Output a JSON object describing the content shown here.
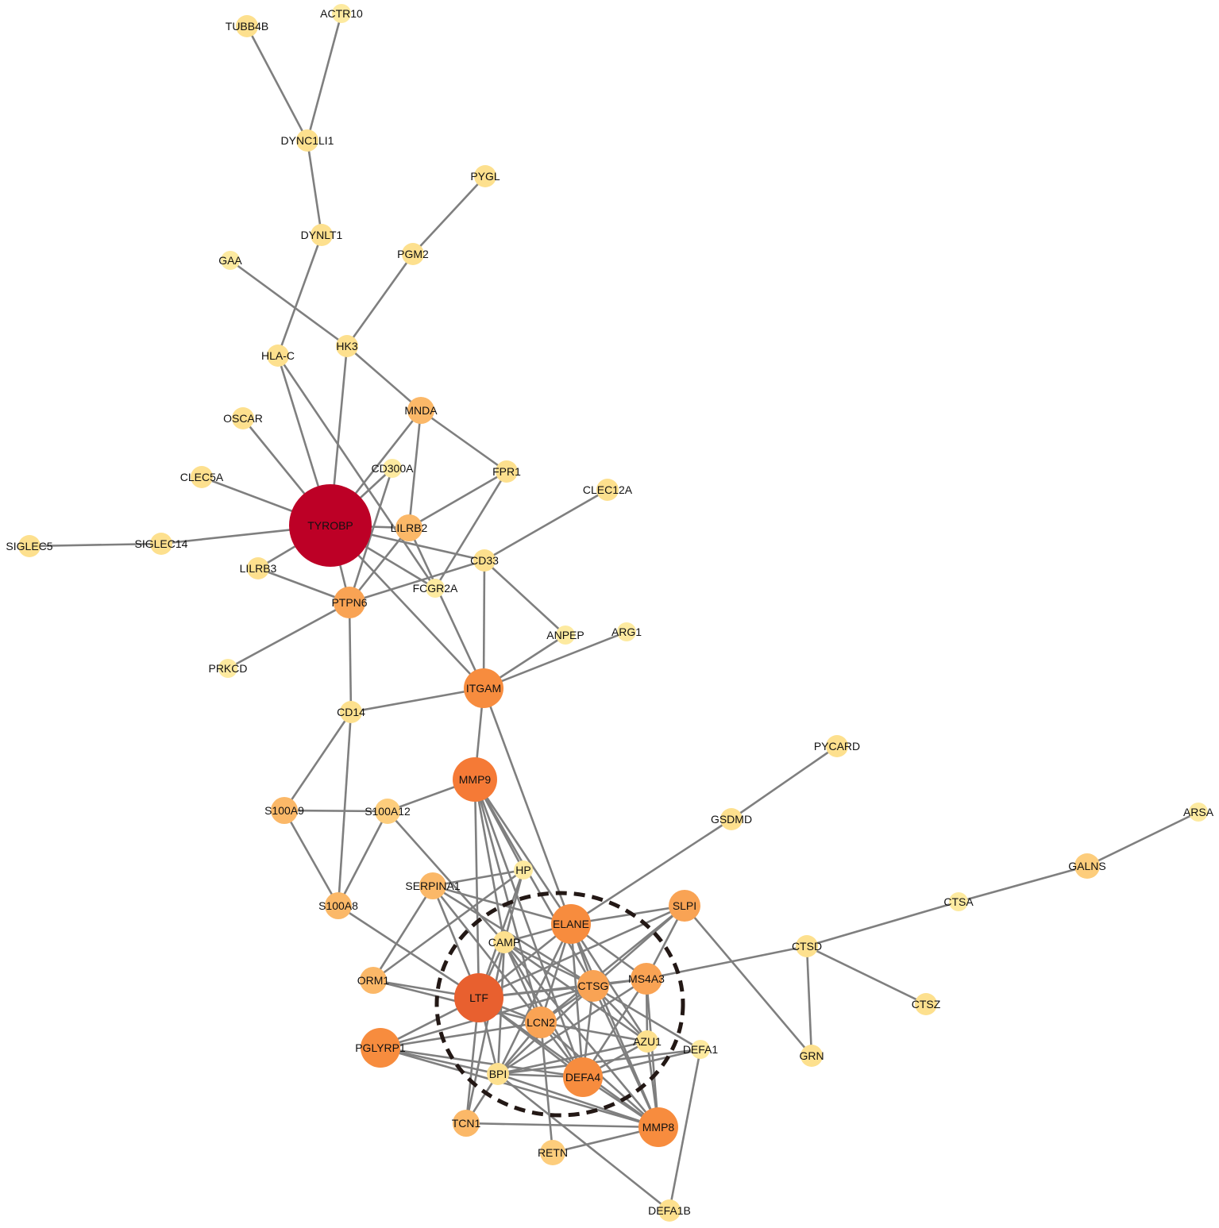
{
  "network": {
    "colors": {
      "edge": "#7f7f7f",
      "cluster_outline": "#231815",
      "degree_scale": [
        "#fdeaa0",
        "#fde08e",
        "#fdcd7c",
        "#fbb868",
        "#f9a354",
        "#f78c3e",
        "#f57a36",
        "#e8602f",
        "#bd0026"
      ]
    },
    "nodes": [
      {
        "id": "TYROBP",
        "label": "TYROBP",
        "level": 8
      },
      {
        "id": "LTF",
        "label": "LTF",
        "level": 7
      },
      {
        "id": "MMP9",
        "label": "MMP9",
        "level": 6
      },
      {
        "id": "MMP8",
        "label": "MMP8",
        "level": 5
      },
      {
        "id": "DEFA4",
        "label": "DEFA4",
        "level": 5
      },
      {
        "id": "ELANE",
        "label": "ELANE",
        "level": 5
      },
      {
        "id": "ITGAM",
        "label": "ITGAM",
        "level": 5
      },
      {
        "id": "PGLYRP1",
        "label": "PGLYRP1",
        "level": 5
      },
      {
        "id": "PTPN6",
        "label": "PTPN6",
        "level": 4
      },
      {
        "id": "MS4A3",
        "label": "MS4A3",
        "level": 4
      },
      {
        "id": "SLPI",
        "label": "SLPI",
        "level": 4
      },
      {
        "id": "LCN2",
        "label": "LCN2",
        "level": 4
      },
      {
        "id": "CTSG",
        "label": "CTSG",
        "level": 4
      },
      {
        "id": "SERPINA1",
        "label": "SERPINA1",
        "level": 3
      },
      {
        "id": "ORM1",
        "label": "ORM1",
        "level": 3
      },
      {
        "id": "S100A9",
        "label": "S100A9",
        "level": 3
      },
      {
        "id": "S100A8",
        "label": "S100A8",
        "level": 3
      },
      {
        "id": "TCN1",
        "label": "TCN1",
        "level": 3
      },
      {
        "id": "MNDA",
        "label": "MNDA",
        "level": 3
      },
      {
        "id": "LILRB2",
        "label": "LILRB2",
        "level": 3
      },
      {
        "id": "S100A12",
        "label": "S100A12",
        "level": 2
      },
      {
        "id": "RETN",
        "label": "RETN",
        "level": 2
      },
      {
        "id": "GALNS",
        "label": "GALNS",
        "level": 2
      },
      {
        "id": "TUBB4B",
        "label": "TUBB4B",
        "level": 1
      },
      {
        "id": "DYNC1LI1",
        "label": "DYNC1LI1",
        "level": 1
      },
      {
        "id": "DYNLT1",
        "label": "DYNLT1",
        "level": 1
      },
      {
        "id": "PYGL",
        "label": "PYGL",
        "level": 1
      },
      {
        "id": "PGM2",
        "label": "PGM2",
        "level": 1
      },
      {
        "id": "HLA-C",
        "label": "HLA-C",
        "level": 1
      },
      {
        "id": "HK3",
        "label": "HK3",
        "level": 1
      },
      {
        "id": "OSCAR",
        "label": "OSCAR",
        "level": 1
      },
      {
        "id": "CLEC5A",
        "label": "CLEC5A",
        "level": 1
      },
      {
        "id": "SIGLEC5",
        "label": "SIGLEC5",
        "level": 1
      },
      {
        "id": "SIGLEC14",
        "label": "SIGLEC14",
        "level": 1
      },
      {
        "id": "LILRB3",
        "label": "LILRB3",
        "level": 1
      },
      {
        "id": "FPR1",
        "label": "FPR1",
        "level": 1
      },
      {
        "id": "CLEC12A",
        "label": "CLEC12A",
        "level": 1
      },
      {
        "id": "CD33",
        "label": "CD33",
        "level": 1
      },
      {
        "id": "CD14",
        "label": "CD14",
        "level": 1
      },
      {
        "id": "PYCARD",
        "label": "PYCARD",
        "level": 1
      },
      {
        "id": "GSDMD",
        "label": "GSDMD",
        "level": 1
      },
      {
        "id": "CTSD",
        "label": "CTSD",
        "level": 1
      },
      {
        "id": "CTSZ",
        "label": "CTSZ",
        "level": 1
      },
      {
        "id": "CAMP",
        "label": "CAMP",
        "level": 1
      },
      {
        "id": "BPI",
        "label": "BPI",
        "level": 1
      },
      {
        "id": "AZU1",
        "label": "AZU1",
        "level": 1
      },
      {
        "id": "DEFA1B",
        "label": "DEFA1B",
        "level": 1
      },
      {
        "id": "GRN",
        "label": "GRN",
        "level": 1
      },
      {
        "id": "ACTR10",
        "label": "ACTR10",
        "level": 0
      },
      {
        "id": "GAA",
        "label": "GAA",
        "level": 0
      },
      {
        "id": "CD300A",
        "label": "CD300A",
        "level": 0
      },
      {
        "id": "FCGR2A",
        "label": "FCGR2A",
        "level": 0
      },
      {
        "id": "ANPEP",
        "label": "ANPEP",
        "level": 0
      },
      {
        "id": "ARG1",
        "label": "ARG1",
        "level": 0
      },
      {
        "id": "PRKCD",
        "label": "PRKCD",
        "level": 0
      },
      {
        "id": "HP",
        "label": "HP",
        "level": 0
      },
      {
        "id": "DEFA1",
        "label": "DEFA1",
        "level": 0
      },
      {
        "id": "CTSA",
        "label": "CTSA",
        "level": 0
      },
      {
        "id": "ARSA",
        "label": "ARSA",
        "level": 0
      }
    ],
    "edges": [
      [
        "TUBB4B",
        "DYNC1LI1"
      ],
      [
        "ACTR10",
        "DYNC1LI1"
      ],
      [
        "DYNC1LI1",
        "DYNLT1"
      ],
      [
        "DYNLT1",
        "HLA-C"
      ],
      [
        "PYGL",
        "PGM2"
      ],
      [
        "PGM2",
        "HK3"
      ],
      [
        "GAA",
        "HK3"
      ],
      [
        "HK3",
        "MNDA"
      ],
      [
        "HK3",
        "TYROBP"
      ],
      [
        "HLA-C",
        "TYROBP"
      ],
      [
        "HLA-C",
        "FCGR2A"
      ],
      [
        "OSCAR",
        "TYROBP"
      ],
      [
        "CLEC5A",
        "TYROBP"
      ],
      [
        "SIGLEC5",
        "SIGLEC14"
      ],
      [
        "SIGLEC14",
        "TYROBP"
      ],
      [
        "LILRB3",
        "TYROBP"
      ],
      [
        "LILRB3",
        "PTPN6"
      ],
      [
        "TYROBP",
        "PTPN6"
      ],
      [
        "TYROBP",
        "LILRB2"
      ],
      [
        "TYROBP",
        "CD300A"
      ],
      [
        "TYROBP",
        "MNDA"
      ],
      [
        "TYROBP",
        "CD33"
      ],
      [
        "TYROBP",
        "FCGR2A"
      ],
      [
        "TYROBP",
        "ITGAM"
      ],
      [
        "MNDA",
        "LILRB2"
      ],
      [
        "MNDA",
        "FPR1"
      ],
      [
        "FPR1",
        "LILRB2"
      ],
      [
        "FPR1",
        "FCGR2A"
      ],
      [
        "CD300A",
        "PTPN6"
      ],
      [
        "LILRB2",
        "PTPN6"
      ],
      [
        "LILRB2",
        "ITGAM"
      ],
      [
        "CLEC12A",
        "CD33"
      ],
      [
        "CD33",
        "PTPN6"
      ],
      [
        "CD33",
        "ITGAM"
      ],
      [
        "CD33",
        "ANPEP"
      ],
      [
        "ANPEP",
        "ITGAM"
      ],
      [
        "ARG1",
        "ITGAM"
      ],
      [
        "PRKCD",
        "PTPN6"
      ],
      [
        "PTPN6",
        "CD14"
      ],
      [
        "CD14",
        "ITGAM"
      ],
      [
        "CD14",
        "S100A9"
      ],
      [
        "CD14",
        "S100A8"
      ],
      [
        "ITGAM",
        "MMP9"
      ],
      [
        "ITGAM",
        "ELANE"
      ],
      [
        "S100A9",
        "S100A12"
      ],
      [
        "S100A9",
        "S100A8"
      ],
      [
        "S100A12",
        "S100A8"
      ],
      [
        "S100A12",
        "MMP9"
      ],
      [
        "S100A12",
        "CAMP"
      ],
      [
        "S100A8",
        "LTF"
      ],
      [
        "MMP9",
        "HP"
      ],
      [
        "MMP9",
        "ELANE"
      ],
      [
        "MMP9",
        "CAMP"
      ],
      [
        "MMP9",
        "LTF"
      ],
      [
        "MMP9",
        "LCN2"
      ],
      [
        "MMP9",
        "CTSG"
      ],
      [
        "MMP9",
        "DEFA4"
      ],
      [
        "PYCARD",
        "GSDMD"
      ],
      [
        "GSDMD",
        "ELANE"
      ],
      [
        "ARSA",
        "GALNS"
      ],
      [
        "GALNS",
        "CTSA"
      ],
      [
        "CTSA",
        "CTSD"
      ],
      [
        "CTSD",
        "CTSZ"
      ],
      [
        "CTSD",
        "GRN"
      ],
      [
        "CTSD",
        "MS4A3"
      ],
      [
        "SLPI",
        "GRN"
      ],
      [
        "HP",
        "SERPINA1"
      ],
      [
        "HP",
        "CAMP"
      ],
      [
        "HP",
        "ORM1"
      ],
      [
        "HP",
        "LTF"
      ],
      [
        "SERPINA1",
        "ELANE"
      ],
      [
        "SERPINA1",
        "ORM1"
      ],
      [
        "SERPINA1",
        "CTSG"
      ],
      [
        "SERPINA1",
        "LTF"
      ],
      [
        "SERPINA1",
        "LCN2"
      ],
      [
        "ELANE",
        "SLPI"
      ],
      [
        "ELANE",
        "CAMP"
      ],
      [
        "ELANE",
        "LTF"
      ],
      [
        "ELANE",
        "CTSG"
      ],
      [
        "ELANE",
        "MS4A3"
      ],
      [
        "ELANE",
        "LCN2"
      ],
      [
        "ELANE",
        "AZU1"
      ],
      [
        "ELANE",
        "BPI"
      ],
      [
        "ELANE",
        "DEFA4"
      ],
      [
        "ELANE",
        "MMP8"
      ],
      [
        "SLPI",
        "CTSG"
      ],
      [
        "SLPI",
        "LTF"
      ],
      [
        "SLPI",
        "LCN2"
      ],
      [
        "SLPI",
        "MS4A3"
      ],
      [
        "CAMP",
        "LTF"
      ],
      [
        "CAMP",
        "CTSG"
      ],
      [
        "CAMP",
        "LCN2"
      ],
      [
        "CAMP",
        "BPI"
      ],
      [
        "CAMP",
        "DEFA4"
      ],
      [
        "CAMP",
        "MMP8"
      ],
      [
        "CAMP",
        "TCN1"
      ],
      [
        "CAMP",
        "AZU1"
      ],
      [
        "ORM1",
        "LTF"
      ],
      [
        "ORM1",
        "LCN2"
      ],
      [
        "LTF",
        "CTSG"
      ],
      [
        "LTF",
        "LCN2"
      ],
      [
        "LTF",
        "PGLYRP1"
      ],
      [
        "LTF",
        "BPI"
      ],
      [
        "LTF",
        "DEFA4"
      ],
      [
        "LTF",
        "MMP8"
      ],
      [
        "LTF",
        "TCN1"
      ],
      [
        "LTF",
        "MS4A3"
      ],
      [
        "CTSG",
        "MS4A3"
      ],
      [
        "CTSG",
        "LCN2"
      ],
      [
        "CTSG",
        "AZU1"
      ],
      [
        "CTSG",
        "BPI"
      ],
      [
        "CTSG",
        "DEFA4"
      ],
      [
        "CTSG",
        "MMP8"
      ],
      [
        "CTSG",
        "PGLYRP1"
      ],
      [
        "CTSG",
        "DEFA1"
      ],
      [
        "MS4A3",
        "AZU1"
      ],
      [
        "MS4A3",
        "DEFA4"
      ],
      [
        "MS4A3",
        "MMP8"
      ],
      [
        "MS4A3",
        "BPI"
      ],
      [
        "LCN2",
        "BPI"
      ],
      [
        "LCN2",
        "DEFA4"
      ],
      [
        "LCN2",
        "MMP8"
      ],
      [
        "LCN2",
        "PGLYRP1"
      ],
      [
        "LCN2",
        "RETN"
      ],
      [
        "LCN2",
        "AZU1"
      ],
      [
        "AZU1",
        "DEFA4"
      ],
      [
        "AZU1",
        "BPI"
      ],
      [
        "AZU1",
        "MMP8"
      ],
      [
        "DEFA1",
        "DEFA4"
      ],
      [
        "DEFA1",
        "DEFA1B"
      ],
      [
        "DEFA1",
        "BPI"
      ],
      [
        "BPI",
        "DEFA4"
      ],
      [
        "BPI",
        "MMP8"
      ],
      [
        "BPI",
        "PGLYRP1"
      ],
      [
        "BPI",
        "TCN1"
      ],
      [
        "BPI",
        "DEFA1B"
      ],
      [
        "PGLYRP1",
        "DEFA4"
      ],
      [
        "PGLYRP1",
        "MMP8"
      ],
      [
        "DEFA4",
        "MMP8"
      ],
      [
        "TCN1",
        "MMP8"
      ],
      [
        "RETN",
        "MMP8"
      ]
    ]
  }
}
